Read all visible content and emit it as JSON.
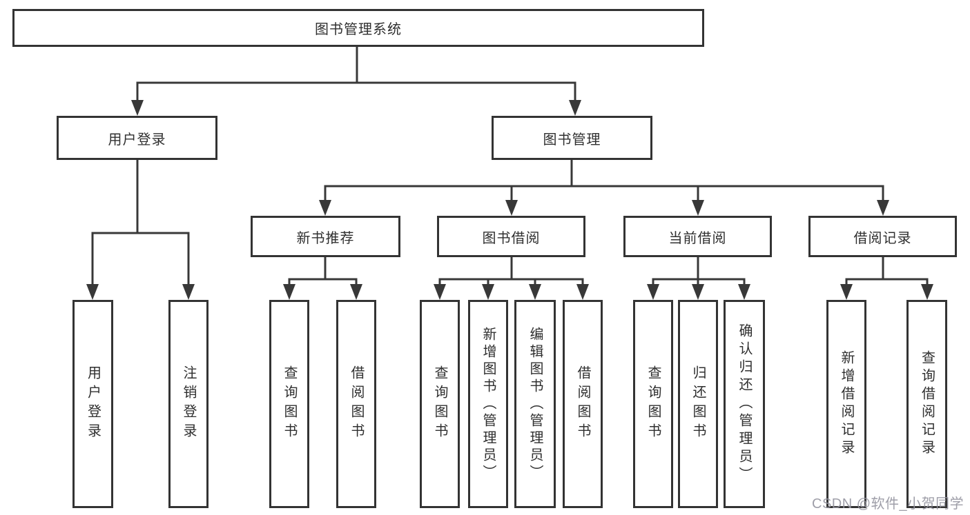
{
  "colors": {
    "background": "#ffffff",
    "line": "#383838",
    "box_border": "#333333",
    "text": "#2f2f2f",
    "watermark": "#94949e"
  },
  "diagram": {
    "title": "图书管理系统",
    "branches": {
      "user_login": {
        "label": "用户登录",
        "children": {
          "login": "用户登录",
          "logout": "注销登录"
        }
      },
      "book_management": {
        "label": "图书管理",
        "sections": {
          "new_book_recommend": {
            "label": "新书推荐",
            "children": {
              "query_book": "查询图书",
              "borrow_book": "借阅图书"
            }
          },
          "book_borrow": {
            "label": "图书借阅",
            "children": {
              "query_book": "查询图书",
              "add_book_admin": "新增图书（管理员）",
              "edit_book_admin": "编辑图书（管理员）",
              "borrow_book": "借阅图书"
            }
          },
          "current_borrow": {
            "label": "当前借阅",
            "children": {
              "query_book": "查询图书",
              "return_book": "归还图书",
              "confirm_return_admin": "确认归还（管理员）"
            }
          },
          "borrow_records": {
            "label": "借阅记录",
            "children": {
              "add_record": "新增借阅记录",
              "query_record": "查询借阅记录"
            }
          }
        }
      }
    }
  },
  "watermark": {
    "text": "CSDN @软件_小贺同学"
  }
}
